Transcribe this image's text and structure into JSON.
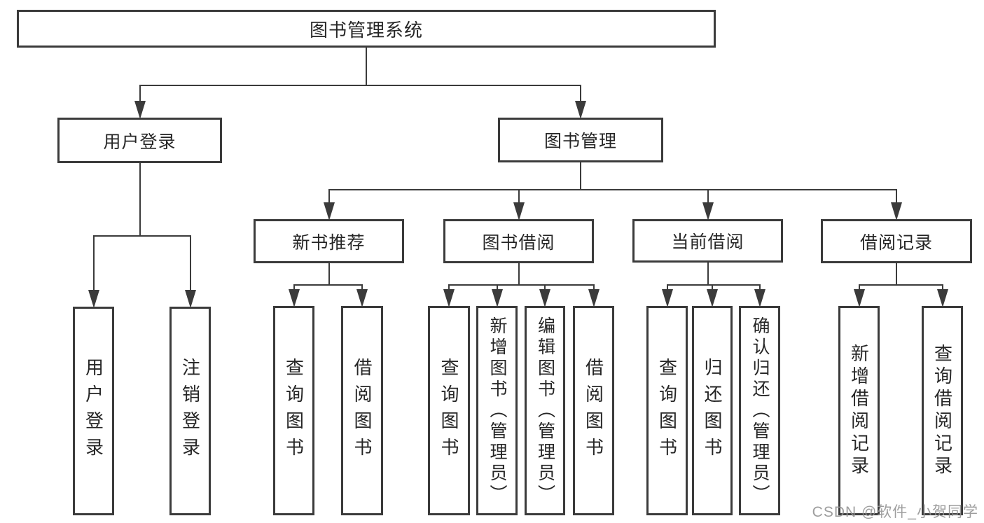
{
  "diagram": {
    "nodes": [
      {
        "id": "root",
        "label": "图书管理系统",
        "vertical": false
      },
      {
        "id": "login",
        "label": "用户登录",
        "vertical": false
      },
      {
        "id": "mgmt",
        "label": "图书管理",
        "vertical": false
      },
      {
        "id": "recommend",
        "label": "新书推荐",
        "vertical": false
      },
      {
        "id": "borrow",
        "label": "图书借阅",
        "vertical": false
      },
      {
        "id": "current",
        "label": "当前借阅",
        "vertical": false
      },
      {
        "id": "records",
        "label": "借阅记录",
        "vertical": false
      },
      {
        "id": "login-user",
        "label": "用户登录",
        "vertical": true
      },
      {
        "id": "login-logout",
        "label": "注销登录",
        "vertical": true
      },
      {
        "id": "recommend-query",
        "label": "查询图书",
        "vertical": true
      },
      {
        "id": "recommend-borrow",
        "label": "借阅图书",
        "vertical": true
      },
      {
        "id": "borrow-query",
        "label": "查询图书",
        "vertical": true
      },
      {
        "id": "borrow-add",
        "label": "新增图书（管理员）",
        "vertical": true
      },
      {
        "id": "borrow-edit",
        "label": "编辑图书（管理员）",
        "vertical": true
      },
      {
        "id": "borrow-borrow",
        "label": "借阅图书",
        "vertical": true
      },
      {
        "id": "current-query",
        "label": "查询图书",
        "vertical": true
      },
      {
        "id": "current-return",
        "label": "归还图书",
        "vertical": true
      },
      {
        "id": "current-confirm",
        "label": "确认归还（管理员）",
        "vertical": true
      },
      {
        "id": "records-add",
        "label": "新增借阅记录",
        "vertical": true
      },
      {
        "id": "records-query",
        "label": "查询借阅记录",
        "vertical": true
      }
    ],
    "edges": [
      {
        "from": "root",
        "to": [
          "login",
          "mgmt"
        ]
      },
      {
        "from": "login",
        "to": [
          "login-user",
          "login-logout"
        ]
      },
      {
        "from": "mgmt",
        "to": [
          "recommend",
          "borrow",
          "current",
          "records"
        ]
      },
      {
        "from": "recommend",
        "to": [
          "recommend-query",
          "recommend-borrow"
        ]
      },
      {
        "from": "borrow",
        "to": [
          "borrow-query",
          "borrow-add",
          "borrow-edit",
          "borrow-borrow"
        ]
      },
      {
        "from": "current",
        "to": [
          "current-query",
          "current-return",
          "current-confirm"
        ]
      },
      {
        "from": "records",
        "to": [
          "records-add",
          "records-query"
        ]
      }
    ],
    "colors": {
      "line": "#3b3b3b",
      "text": "#262626",
      "background": "#ffffff",
      "watermark": "#949494"
    }
  },
  "watermark": {
    "text": "CSDN @软件_小贺同学"
  }
}
